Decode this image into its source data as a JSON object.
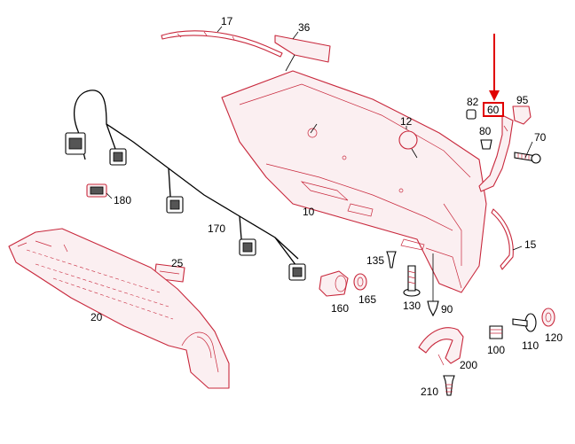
{
  "diagram": {
    "highlight_color": "#e00000",
    "part_color": "#c8283c",
    "highlighted_part": "60",
    "part_numbers": {
      "p17": "17",
      "p36": "36",
      "p82": "82",
      "p60": "60",
      "p95": "95",
      "p12": "12",
      "p80": "80",
      "p70": "70",
      "p180": "180",
      "p10": "10",
      "p170": "170",
      "p15": "15",
      "p25": "25",
      "p135": "135",
      "p20": "20",
      "p160": "160",
      "p165": "165",
      "p130": "130",
      "p90": "90",
      "p100": "100",
      "p110": "110",
      "p120": "120",
      "p200": "200",
      "p210": "210"
    }
  }
}
